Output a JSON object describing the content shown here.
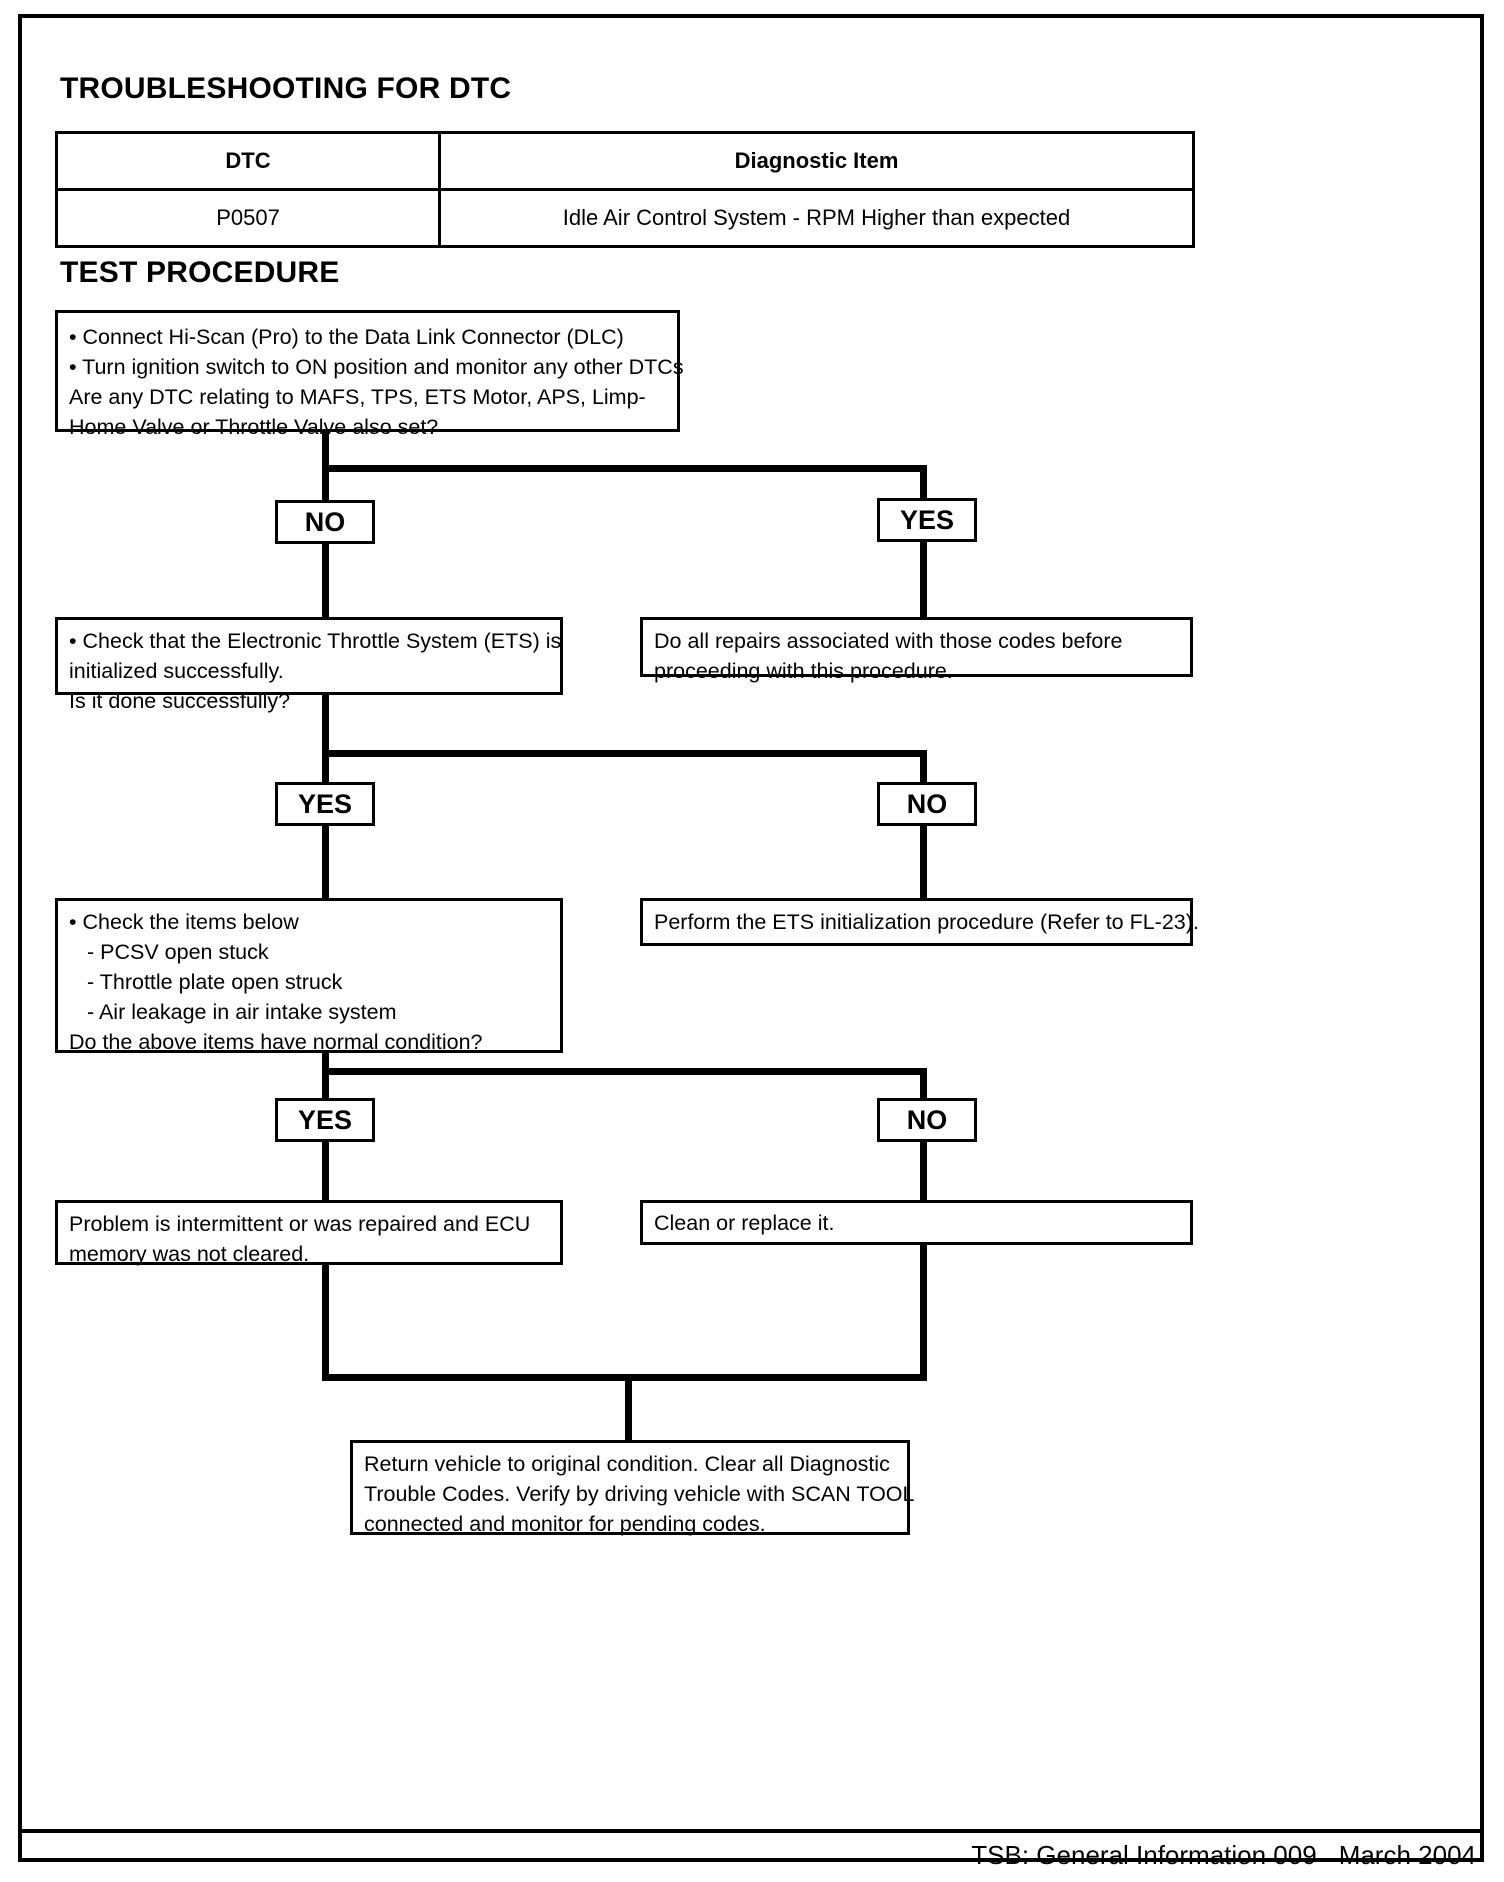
{
  "document": {
    "section_title": "TROUBLESHOOTING FOR DTC",
    "procedure_title": "TEST PROCEDURE"
  },
  "dtc_table": {
    "headers": [
      "DTC",
      "Diagnostic Item"
    ],
    "rows": [
      [
        "P0507",
        "Idle Air Control System - RPM Higher than expected"
      ]
    ]
  },
  "flow": {
    "step1": {
      "bullet1": "• Connect Hi-Scan (Pro) to the Data Link Connector (DLC)",
      "bullet2": "• Turn ignition switch to ON position and monitor any other DTCs",
      "question_l1": "Are any DTC relating to MAFS, TPS, ETS Motor, APS, Limp-",
      "question_l2": "Home Valve or Throttle Valve also set?"
    },
    "step1_no_label": "NO",
    "step1_yes_label": "YES",
    "step1_yes_result": {
      "line1": "Do all repairs associated with those codes before",
      "line2": "proceeding with this procedure."
    },
    "step2": {
      "bullet_l1": "• Check that the Electronic Throttle System (ETS) is",
      "bullet_l2": "initialized successfully.",
      "question": "Is it done successfully?"
    },
    "step2_yes_label": "YES",
    "step2_no_label": "NO",
    "step2_no_result": {
      "line1": "Perform the ETS initialization procedure (Refer to FL-23)."
    },
    "step3": {
      "bullet": "• Check the  items below",
      "item1": "- PCSV open stuck",
      "item2": "- Throttle plate open struck",
      "item3": "- Air leakage in air intake system",
      "question": "Do the above items have normal condition?"
    },
    "step3_yes_label": "YES",
    "step3_no_label": "NO",
    "step3_yes_result": {
      "line1": "Problem is intermittent or was repaired and ECU",
      "line2": "memory was not cleared."
    },
    "step3_no_result": {
      "line1": "Clean or replace it."
    },
    "final": {
      "line1": "Return vehicle to original condition. Clear all Diagnostic",
      "line2": "Trouble Codes. Verify by driving vehicle with SCAN TOOL",
      "line3": "connected and monitor for pending codes."
    }
  },
  "footer": {
    "tsb": "TSB: General Information 009",
    "date": "March 2004"
  }
}
